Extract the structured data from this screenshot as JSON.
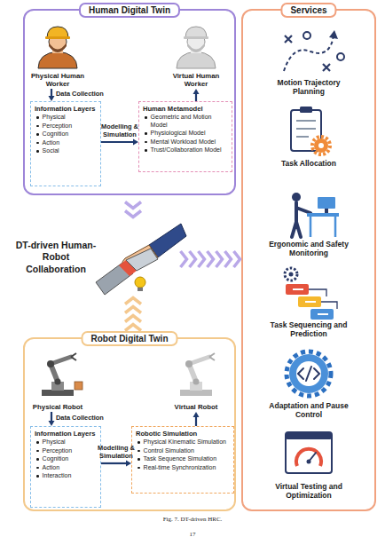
{
  "diagram": {
    "caption": "Fig. 7. DT-driven HRC.",
    "nodes": [
      {
        "text": [
          "Human Digital Twin"
        ]
      },
      {
        "text": [
          "Physical Human Worker"
        ],
        "in": 0
      },
      {
        "text": [
          "Virtual Human Worker"
        ],
        "in": 0
      },
      {
        "text": [
          "Information Layers",
          "Physical",
          "Perception",
          "Cognition",
          "Action",
          "Social"
        ],
        "in": 0
      },
      {
        "text": [
          "Human Metamodel",
          "Geometric and Motion Model",
          "Physiological Model",
          "Mental Workload Model",
          "Trust/Collaboration Model"
        ],
        "in": 0
      },
      {
        "text": [
          "Services"
        ]
      },
      {
        "text": [
          "Motion Trajectory Planning"
        ],
        "in": 5
      },
      {
        "text": [
          "Task Allocation"
        ],
        "in": 5
      },
      {
        "text": [
          "Ergonomic and Safety Monitoring"
        ],
        "in": 5
      },
      {
        "text": [
          "Task Sequencing and Prediction"
        ],
        "in": 5
      },
      {
        "text": [
          "Adaptation and Pause Control"
        ],
        "in": 5
      },
      {
        "text": [
          "Virtual Testing and Optimization"
        ],
        "in": 5
      },
      {
        "text": [
          "DT-driven Human-Robot Collaboration"
        ]
      },
      {
        "text": [
          "Robot Digital Twin"
        ]
      },
      {
        "text": [
          "Physical Robot"
        ],
        "in": 13
      },
      {
        "text": [
          "Virtual Robot"
        ],
        "in": 13
      },
      {
        "text": [
          "Information Layers",
          "Physical",
          "Perception",
          "Cognition",
          "Action",
          "Interaction"
        ],
        "in": 13
      },
      {
        "text": [
          "Robotic Simulation",
          "Physical Kinematic Simulation",
          "Control Simulation",
          "Task Sequence Simulation",
          "Real-time Synchronization"
        ],
        "in": 13
      }
    ],
    "edges": [
      {
        "from": 1,
        "to": 3,
        "label": "Data Collection",
        "arrow": "to"
      },
      {
        "from": 3,
        "to": 4,
        "label": "Modelling & Simulation",
        "arrow": "to"
      },
      {
        "from": 4,
        "to": 2,
        "arrow": "to"
      },
      {
        "from": 0,
        "to": 12,
        "arrow": "to"
      },
      {
        "from": 13,
        "to": 12,
        "arrow": "to"
      },
      {
        "from": 12,
        "to": 5,
        "arrow": "to"
      },
      {
        "from": 14,
        "to": 16,
        "label": "Data Collection",
        "arrow": "to"
      },
      {
        "from": 16,
        "to": 17,
        "label": "Modelling & Simulation",
        "arrow": "to"
      },
      {
        "from": 17,
        "to": 15,
        "arrow": "to"
      }
    ],
    "labels": [
      "17"
    ]
  }
}
